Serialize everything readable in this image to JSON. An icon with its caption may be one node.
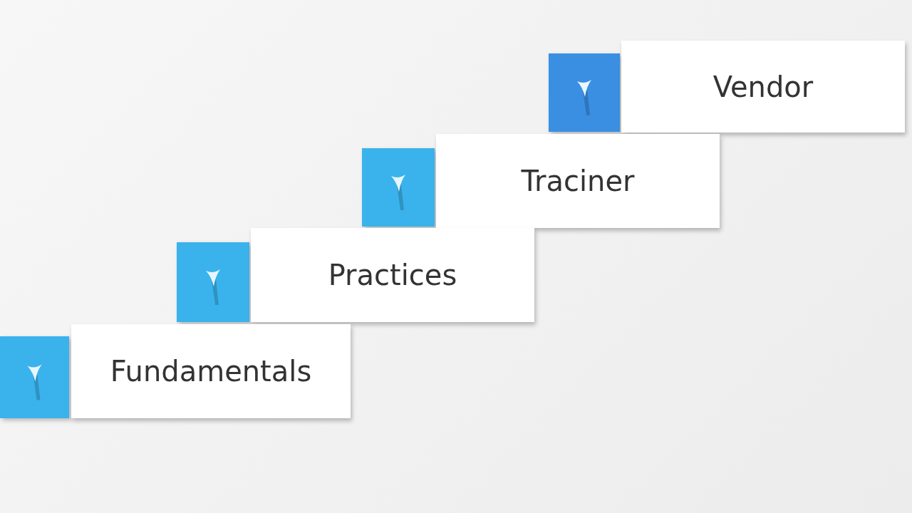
{
  "diagram": {
    "nodes": [
      {
        "text": [
          "Vendor"
        ]
      },
      {
        "text": [
          "Traciner"
        ]
      },
      {
        "text": [
          "Practices"
        ]
      },
      {
        "text": [
          "Fundamentals"
        ]
      }
    ]
  }
}
